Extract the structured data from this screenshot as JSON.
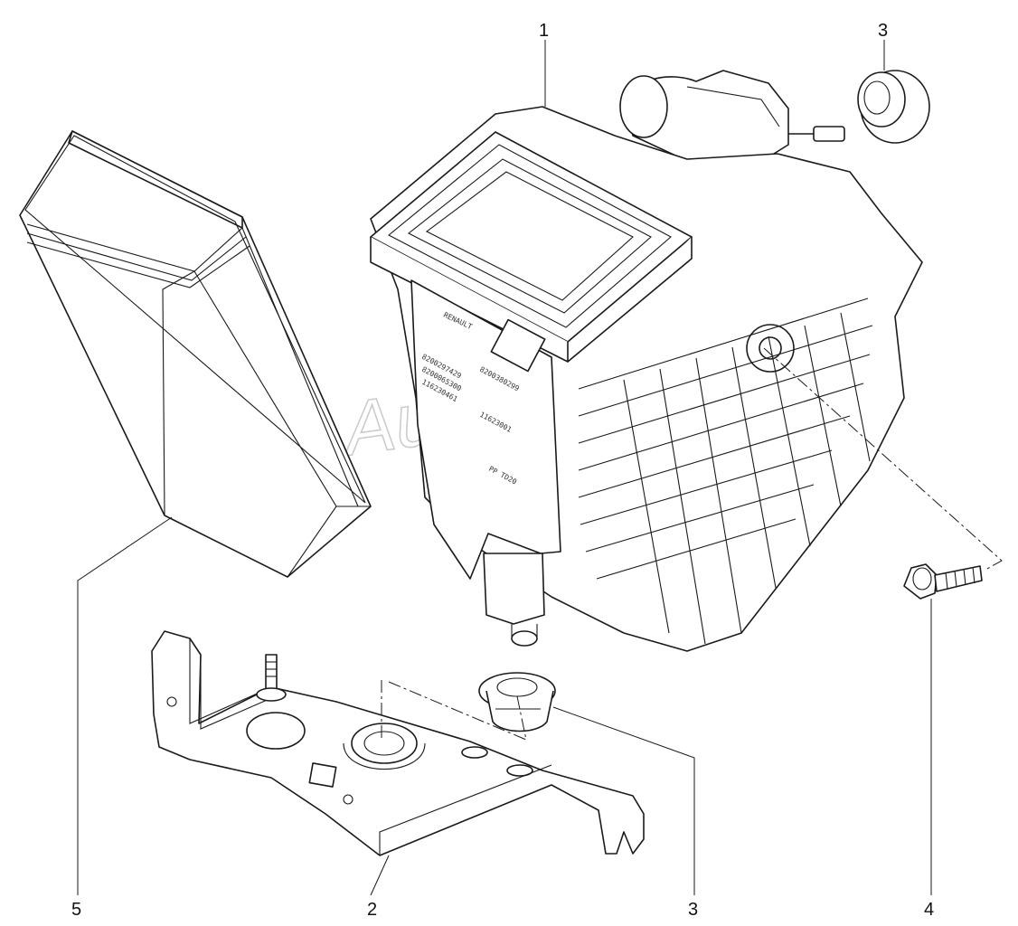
{
  "watermark": "Autos",
  "callouts": [
    {
      "id": "1",
      "label": "1"
    },
    {
      "id": "2",
      "label": "2"
    },
    {
      "id": "3a",
      "label": "3"
    },
    {
      "id": "3b",
      "label": "3"
    },
    {
      "id": "4",
      "label": "4"
    },
    {
      "id": "5",
      "label": "5"
    }
  ],
  "housing_labels": {
    "brand": "RENAULT",
    "text_a": "8200297429",
    "text_b": "8200065300",
    "text_c": "116230461",
    "text_d": "8200380299",
    "text_e": "11623001",
    "code": "PP TD20"
  },
  "colors": {
    "ink": "#1a1a1a",
    "paper": "#ffffff",
    "watermark": "#c9c9c9"
  }
}
